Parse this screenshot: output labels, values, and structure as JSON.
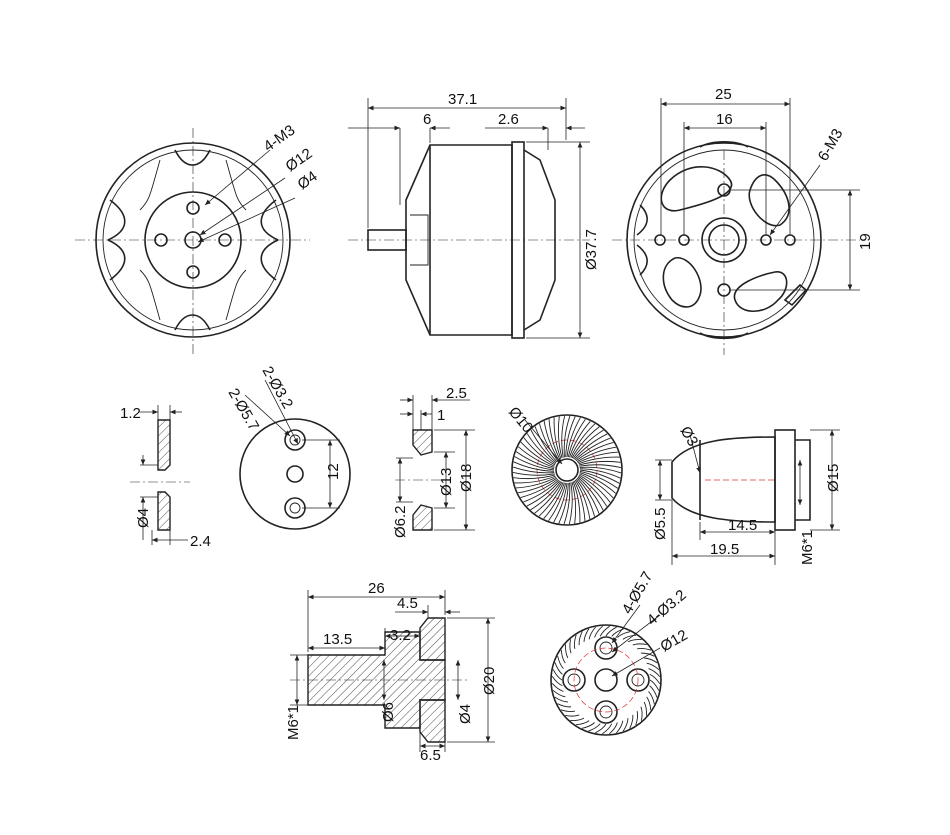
{
  "front_view": {
    "holes_label": "4-M3",
    "dia_outer": "Ø12",
    "dia_inner": "Ø4"
  },
  "side_view": {
    "length": "37.1",
    "shaft_len": "6",
    "rim": "2.6",
    "diameter": "Ø37.7"
  },
  "rear_view": {
    "width": "25",
    "inner_width": "16",
    "holes_label": "6-M3",
    "height": "19"
  },
  "spacer": {
    "thick": "1.2",
    "bore": "Ø4",
    "flange": "2.4"
  },
  "disc_plate": {
    "big_holes": "2-Ø5.7",
    "small_holes": "2-Ø3.2",
    "spacing": "12"
  },
  "washer": {
    "w1": "2.5",
    "w2": "1",
    "d1": "Ø6.2",
    "d2": "Ø13",
    "d3": "Ø18"
  },
  "fan_disc": {
    "dia": "Ø10"
  },
  "spinner": {
    "tip": "Ø3",
    "base": "Ø5.5",
    "d": "Ø15",
    "l1": "14.5",
    "l2": "19.5",
    "thread": "M6*1"
  },
  "prop_adapter": {
    "total": "26",
    "flange": "4.5",
    "thread_len": "13.5",
    "shoulder": "3.2",
    "thread": "M6*1",
    "d6": "Ø6",
    "d4": "Ø4",
    "d20": "Ø20",
    "w": "6.5"
  },
  "mount_disc": {
    "big_holes": "4-Ø5.7",
    "small_holes": "4-Ø3.2",
    "dia": "Ø12"
  }
}
